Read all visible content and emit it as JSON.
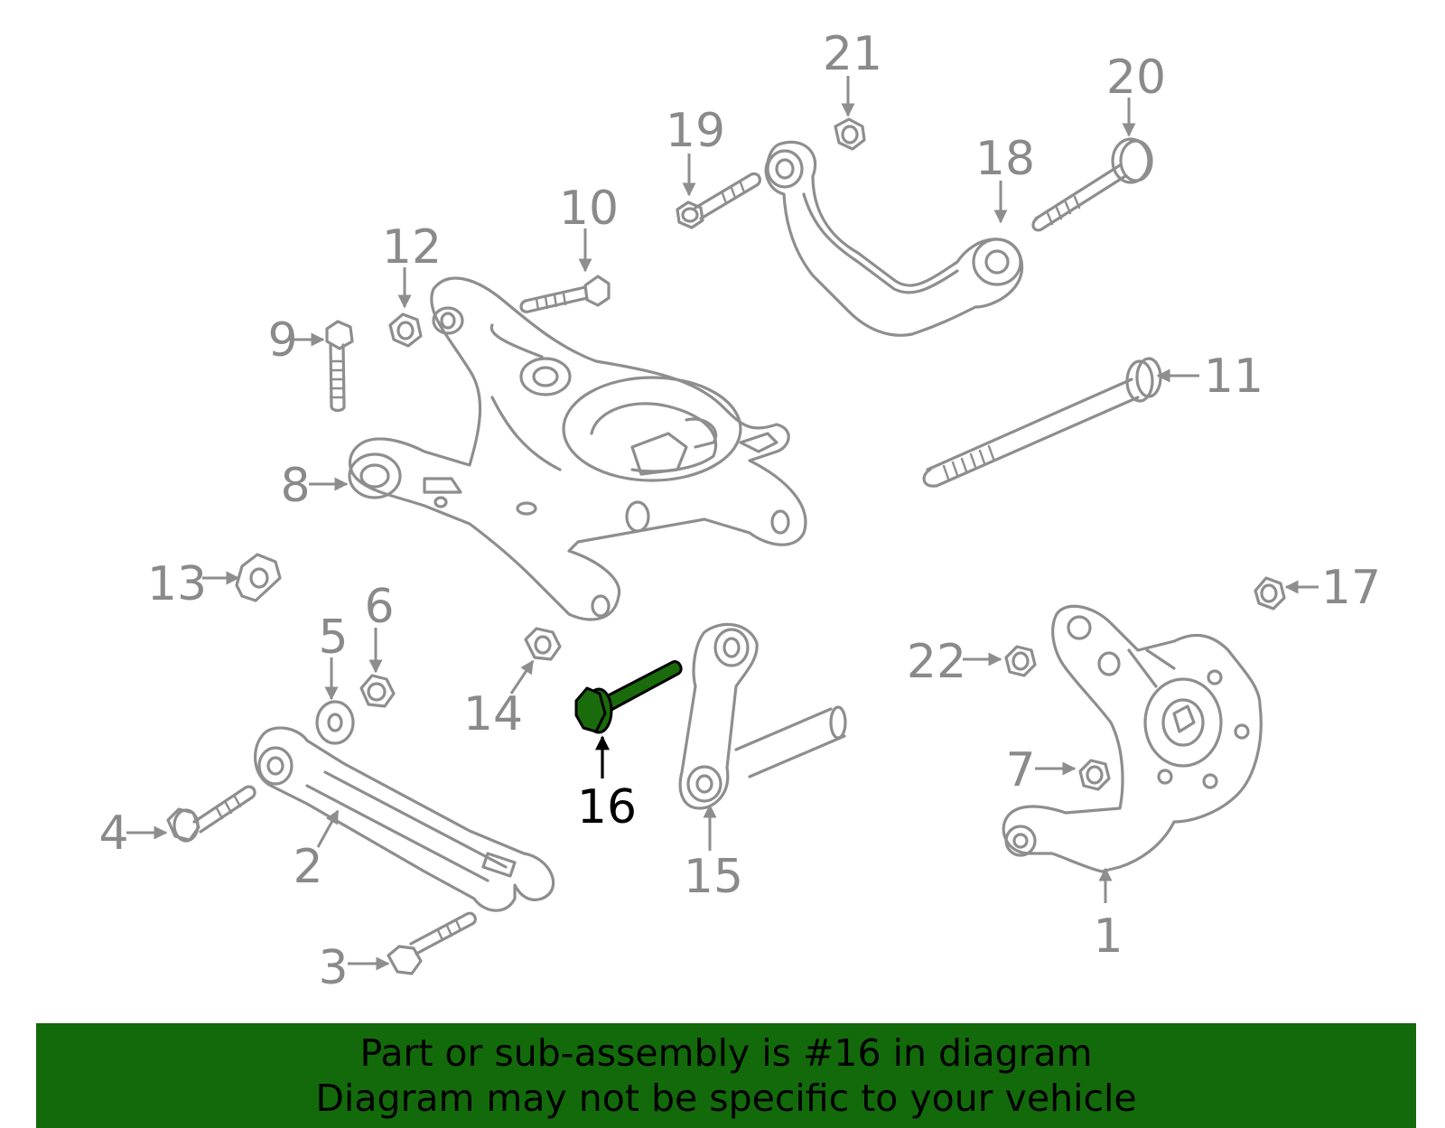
{
  "callouts": {
    "c1": "1",
    "c2": "2",
    "c3": "3",
    "c4": "4",
    "c5": "5",
    "c6": "6",
    "c7": "7",
    "c8": "8",
    "c9": "9",
    "c10": "10",
    "c11": "11",
    "c12": "12",
    "c13": "13",
    "c14": "14",
    "c15": "15",
    "c16": "16",
    "c17": "17",
    "c18": "18",
    "c19": "19",
    "c20": "20",
    "c21": "21",
    "c22": "22"
  },
  "highlighted_part": "16",
  "banner": {
    "line1": "Part or sub-assembly is #16 in diagram",
    "line2": "Diagram may not be specific to your vehicle"
  },
  "colors": {
    "banner_bg": "#136a0b",
    "highlight": "#1a6b0c",
    "line_art": "#8e8e8e",
    "callout_text": "#8a8a8a"
  }
}
